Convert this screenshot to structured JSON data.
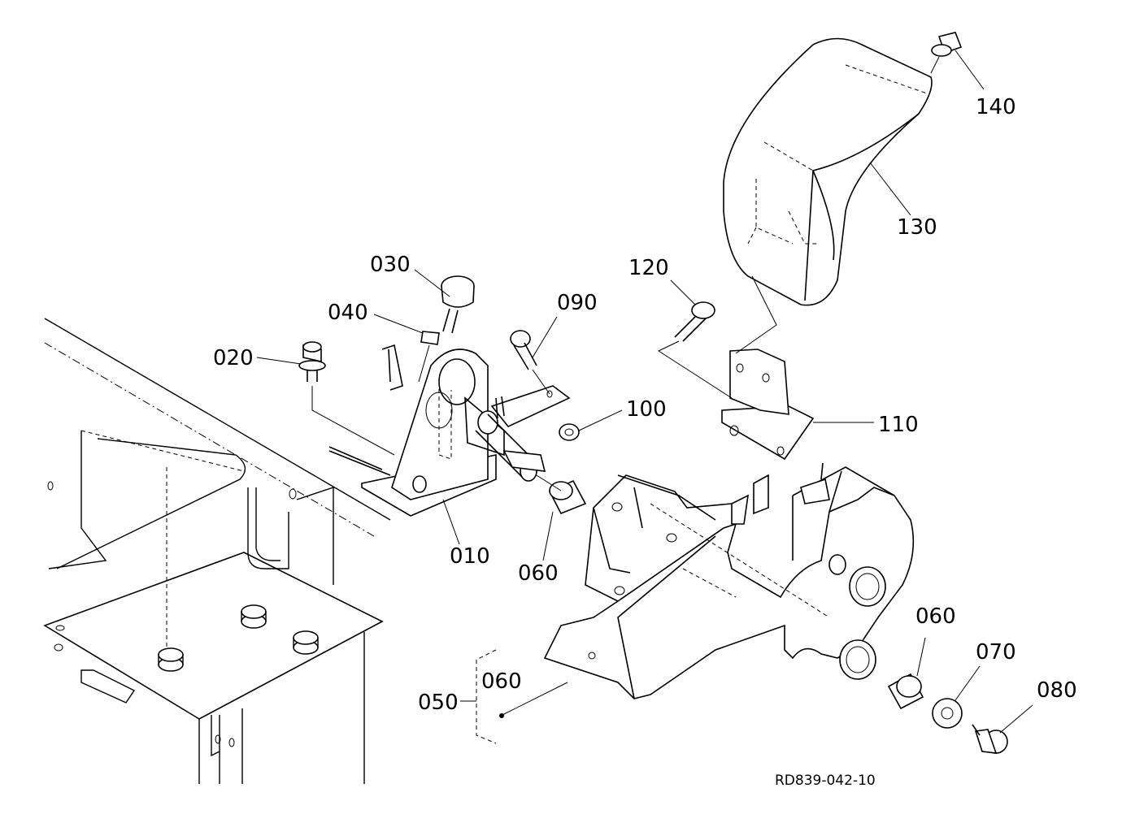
{
  "diagram": {
    "drawing_code": "RD839-042-10",
    "labels": {
      "p010": "010",
      "p020": "020",
      "p030": "030",
      "p040": "040",
      "p050": "050",
      "p060a": "060",
      "p060b": "060",
      "p060c": "060",
      "p070": "070",
      "p080": "080",
      "p090": "090",
      "p100": "100",
      "p110": "110",
      "p120": "120",
      "p130": "130",
      "p140": "140"
    }
  }
}
